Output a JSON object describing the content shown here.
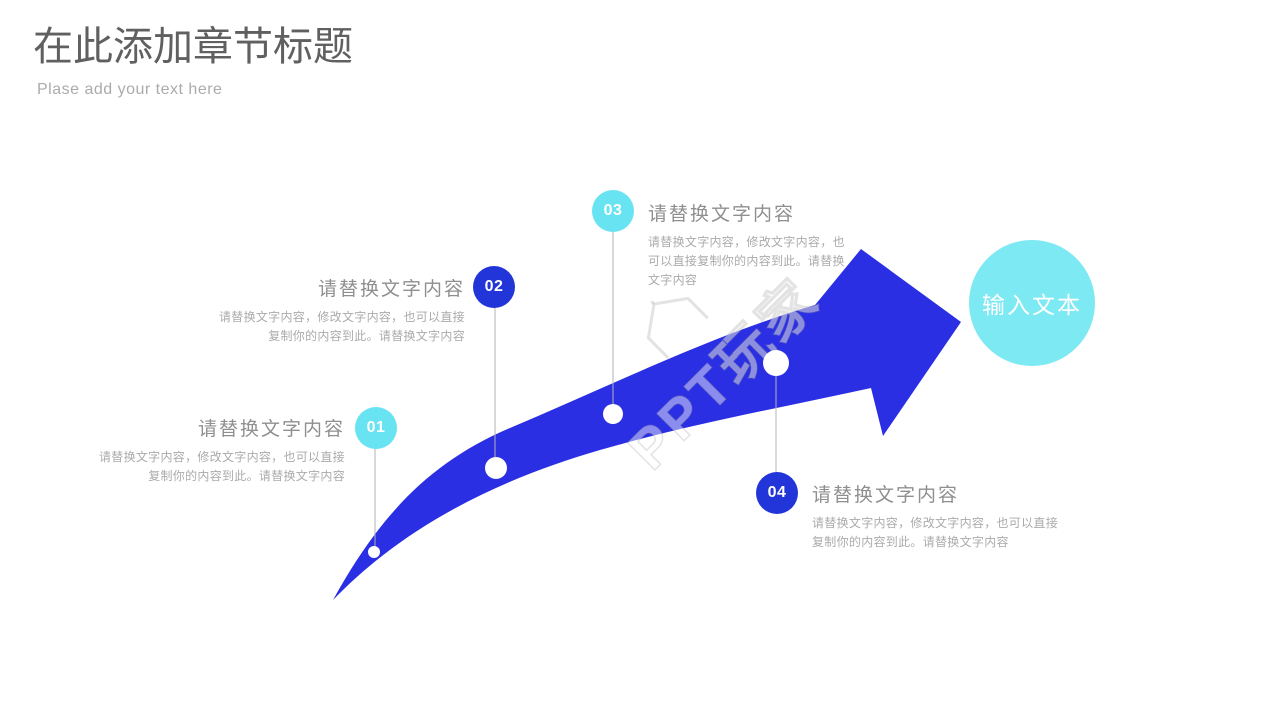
{
  "slide": {
    "title": "在此添加章节标题",
    "subtitle": "Plase add your text here"
  },
  "diagram": {
    "center_label": "输入文本",
    "items": [
      {
        "number": "01",
        "heading": "请替换文字内容",
        "body": "请替换文字内容，修改文字内容，也可以直接复制你的内容到此。请替换文字内容"
      },
      {
        "number": "02",
        "heading": "请替换文字内容",
        "body": "请替换文字内容，修改文字内容，也可以直接复制你的内容到此。请替换文字内容"
      },
      {
        "number": "03",
        "heading": "请替换文字内容",
        "body": "请替换文字内容，修改文字内容，也可以直接复制你的内容到此。请替换文字内容"
      },
      {
        "number": "04",
        "heading": "请替换文字内容",
        "body": "请替换文字内容，修改文字内容，也可以直接复制你的内容到此。请替换文字内容"
      }
    ]
  },
  "watermark": {
    "text": "PPT玩家"
  },
  "colors": {
    "arrow_blue": "#2B2FE4",
    "badge_blue": "#2235D8",
    "badge_cyan": "#67E3F1",
    "center_cyan": "#7DE9F3",
    "title_gray": "#606060",
    "subtitle_gray": "#ABABAB",
    "heading_gray": "#8F8F8F",
    "body_gray": "#ABABAB",
    "connector_gray": "#B3B3B3"
  }
}
